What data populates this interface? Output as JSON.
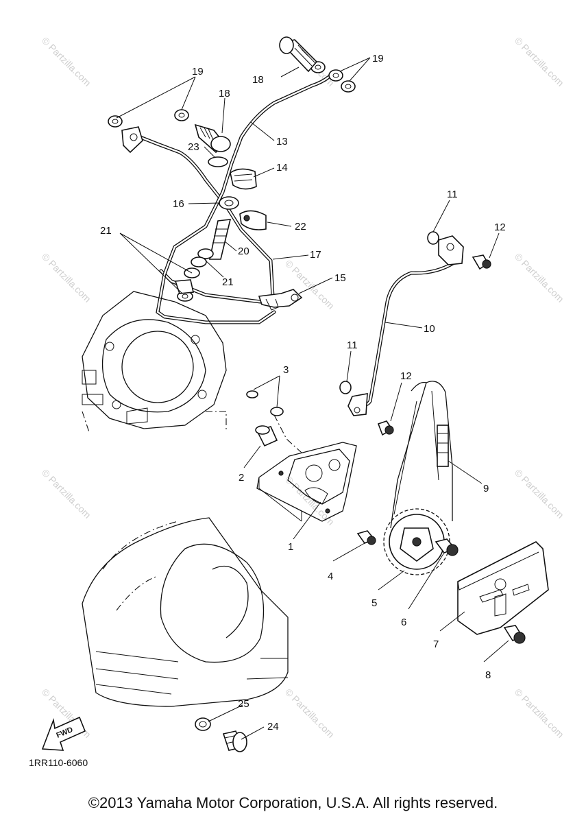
{
  "diagram": {
    "part_labels": [
      "1",
      "2",
      "3",
      "4",
      "5",
      "6",
      "7",
      "8",
      "9",
      "10",
      "11",
      "11",
      "12",
      "12",
      "13",
      "14",
      "15",
      "16",
      "17",
      "18",
      "18",
      "19",
      "19",
      "20",
      "21",
      "21",
      "22",
      "23",
      "24",
      "25"
    ],
    "drawing_code": "1RR110-6060",
    "fwd_label": "FWD",
    "watermark_text": "© Partzilla.com"
  },
  "footer": {
    "copyright": "©2013 Yamaha Motor Corporation, U.S.A. All rights reserved."
  }
}
